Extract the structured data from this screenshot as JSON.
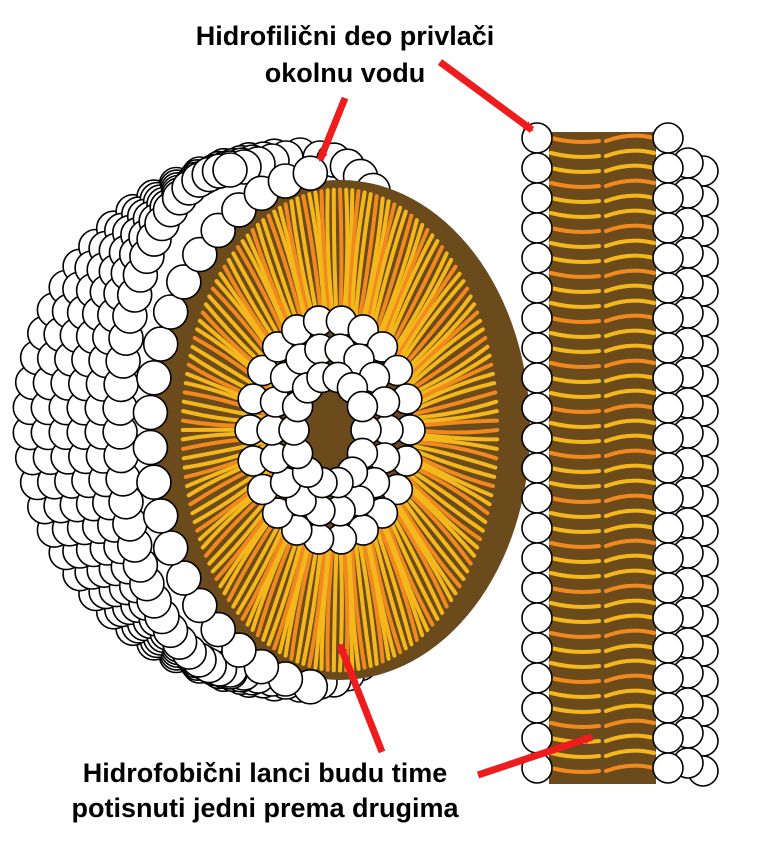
{
  "labels": {
    "hydrophilic_line1": "Hidrofilični deo privlači",
    "hydrophilic_line2": "okolnu vodu",
    "hydrophobic_line1": "Hidrofobični lanci budu time",
    "hydrophobic_line2": "potisnuti jedni prema drugima"
  },
  "colors": {
    "head_fill": "#ffffff",
    "head_stroke": "#000000",
    "tail_yellow": "#f5b81c",
    "tail_orange": "#f08a1e",
    "core_brown": "#6b4a1c",
    "arrow_red": "#ee1c1c"
  },
  "structures": [
    {
      "name": "liposome-cross-section"
    },
    {
      "name": "lipid-bilayer-sheet"
    }
  ]
}
